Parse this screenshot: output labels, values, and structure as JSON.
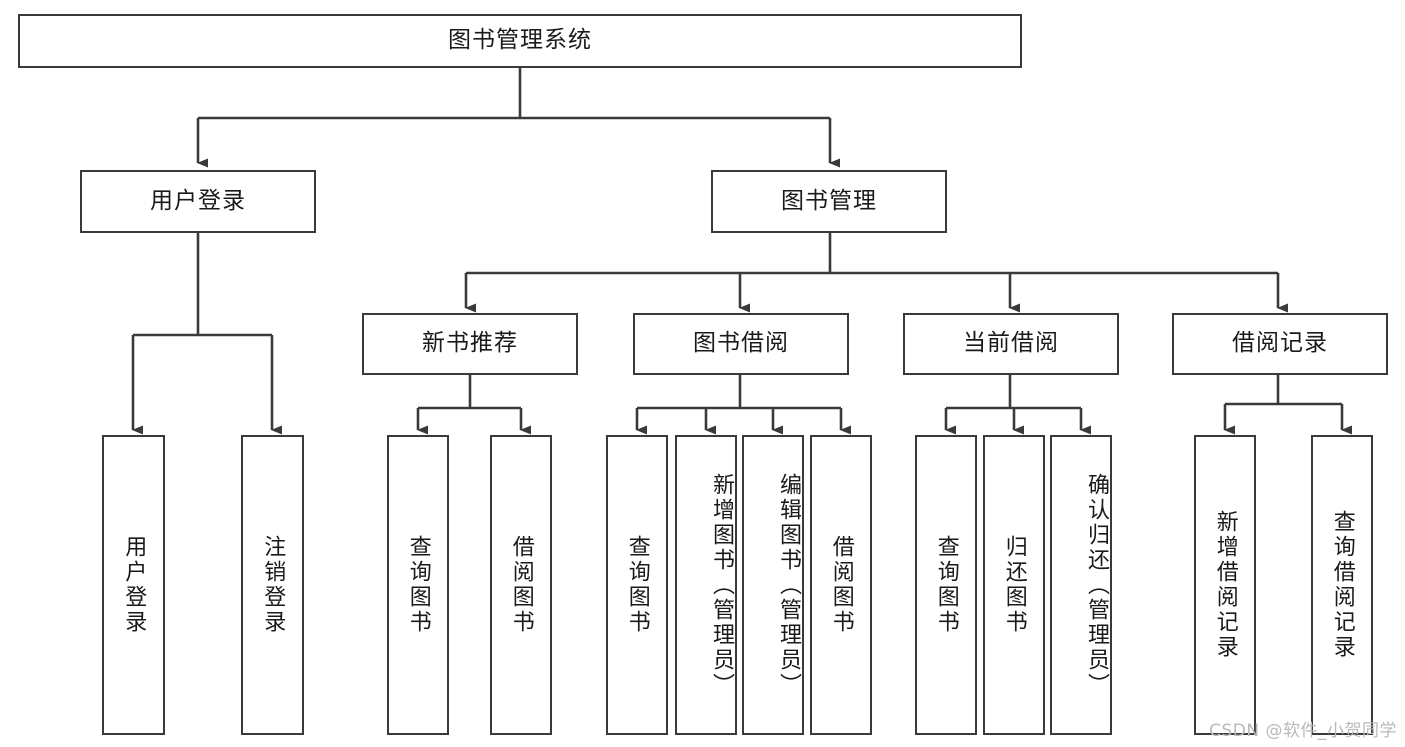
{
  "diagram": {
    "type": "tree",
    "title": "图书管理系统",
    "watermark": "CSDN @软件_小贺同学",
    "edge_color": "#3a3a3a",
    "box_border_color": "#3a3a3a",
    "box_fill_color": "#ffffff",
    "text_color": "#1a1a1a"
  },
  "root": {
    "label": "图书管理系统"
  },
  "level2": [
    {
      "label": "用户登录"
    },
    {
      "label": "图书管理"
    }
  ],
  "level3": [
    {
      "label": "新书推荐"
    },
    {
      "label": "图书借阅"
    },
    {
      "label": "当前借阅"
    },
    {
      "label": "借阅记录"
    }
  ],
  "leaves": {
    "user_login": [
      {
        "label": "用户登录"
      },
      {
        "label": "注销登录"
      }
    ],
    "new_book_recommend": [
      {
        "label": "查询图书"
      },
      {
        "label": "借阅图书"
      }
    ],
    "book_borrow": [
      {
        "label": "查询图书"
      },
      {
        "label": "新增图书（管理员）"
      },
      {
        "label": "编辑图书（管理员）"
      },
      {
        "label": "借阅图书"
      }
    ],
    "current_borrow": [
      {
        "label": "查询图书"
      },
      {
        "label": "归还图书"
      },
      {
        "label": "确认归还（管理员）"
      }
    ],
    "borrow_record": [
      {
        "label": "新增借阅记录"
      },
      {
        "label": "查询借阅记录"
      }
    ]
  }
}
